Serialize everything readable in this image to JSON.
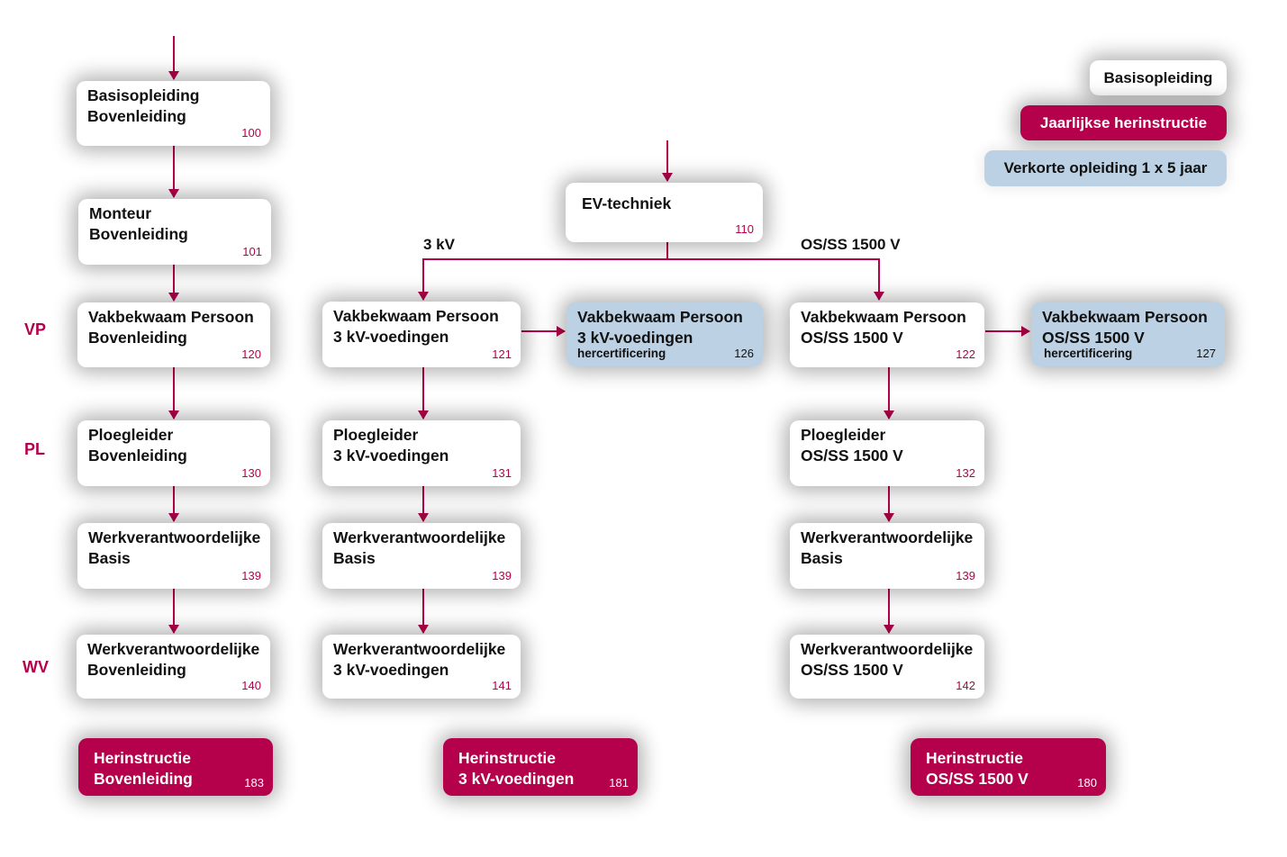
{
  "legend": {
    "basis": "Basisopleiding",
    "herinstructie": "Jaarlijkse herinstructie",
    "verkort": "Verkorte opleiding 1 x 5 jaar"
  },
  "levels": {
    "vp": "VP",
    "pl": "PL",
    "wv": "WV"
  },
  "branches": {
    "left": "3 kV",
    "right": "OS/SS 1500 V"
  },
  "boxes": {
    "b100": {
      "line1": "Basisopleiding",
      "line2": "Bovenleiding",
      "num": "100"
    },
    "b101": {
      "line1": "Monteur",
      "line2": "Bovenleiding",
      "num": "101"
    },
    "b120": {
      "line1": "Vakbekwaam Persoon",
      "line2": "Bovenleiding",
      "num": "120"
    },
    "b130": {
      "line1": "Ploegleider",
      "line2": "Bovenleiding",
      "num": "130"
    },
    "b139a": {
      "line1": "Werkverantwoordelijke",
      "line2": "Basis",
      "num": "139"
    },
    "b140": {
      "line1": "Werkverantwoordelijke",
      "line2": "Bovenleiding",
      "num": "140"
    },
    "b183": {
      "line1": "Herinstructie",
      "line2": "Bovenleiding",
      "num": "183"
    },
    "b110": {
      "line1": "EV-techniek",
      "num": "110"
    },
    "b121": {
      "line1": "Vakbekwaam Persoon",
      "line2": "3 kV-voedingen",
      "num": "121"
    },
    "b126": {
      "line1": "Vakbekwaam Persoon",
      "line2": "3 kV-voedingen",
      "sub": "hercertificering",
      "num": "126"
    },
    "b131": {
      "line1": "Ploegleider",
      "line2": "3 kV-voedingen",
      "num": "131"
    },
    "b139b": {
      "line1": "Werkverantwoordelijke",
      "line2": "Basis",
      "num": "139"
    },
    "b141": {
      "line1": "Werkverantwoordelijke",
      "line2": "3 kV-voedingen",
      "num": "141"
    },
    "b181": {
      "line1": "Herinstructie",
      "line2": "3 kV-voedingen",
      "num": "181"
    },
    "b122": {
      "line1": "Vakbekwaam Persoon",
      "line2": "OS/SS 1500 V",
      "num": "122"
    },
    "b127": {
      "line1": "Vakbekwaam Persoon",
      "line2": "OS/SS 1500 V",
      "sub": "hercertificering",
      "num": "127"
    },
    "b132": {
      "line1": "Ploegleider",
      "line2": "OS/SS 1500 V",
      "num": "132"
    },
    "b139c": {
      "line1": "Werkverantwoordelijke",
      "line2": "Basis",
      "num": "139"
    },
    "b142": {
      "line1": "Werkverantwoordelijke",
      "line2": "OS/SS 1500 V",
      "num": "142"
    },
    "b180": {
      "line1": "Herinstructie",
      "line2": "OS/SS 1500 V",
      "num": "180"
    }
  },
  "colors": {
    "accent": "#b5004b",
    "verkort": "#bcd1e3",
    "basis": "#ffffff"
  }
}
